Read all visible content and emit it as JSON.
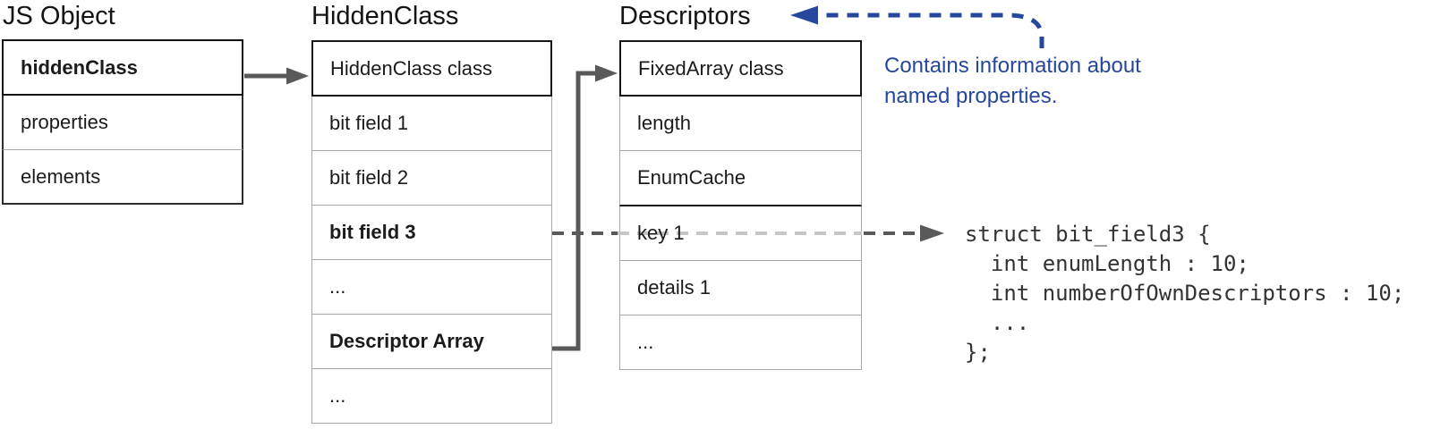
{
  "page": {
    "background": "#ffffff"
  },
  "tables": {
    "js_object": {
      "title": "JS Object",
      "rows": [
        "hiddenClass",
        "properties",
        "elements"
      ]
    },
    "hidden_class": {
      "title": "HiddenClass",
      "rows": [
        "HiddenClass class",
        "bit field 1",
        "bit field 2",
        "bit field 3",
        "...",
        "Descriptor Array",
        "..."
      ]
    },
    "descriptors": {
      "title": "Descriptors",
      "rows": [
        "FixedArray class",
        "length",
        "EnumCache",
        "key 1",
        "details 1",
        "..."
      ]
    }
  },
  "annotation": {
    "line1": "Contains information about",
    "line2": "named properties.",
    "color": "#26479c"
  },
  "code": {
    "lines": [
      "struct bit_field3 {",
      "  int enumLength : 10;",
      "  int numberOfOwnDescriptors : 10;",
      "  ...",
      "};"
    ]
  },
  "colors": {
    "accent_blue": "#26479c",
    "arrow_gray": "#595959",
    "arrow_gray_light": "#c6c6c6",
    "border_gray": "#a8a8a8",
    "border_dark": "#161616",
    "code_text": "#333333"
  }
}
